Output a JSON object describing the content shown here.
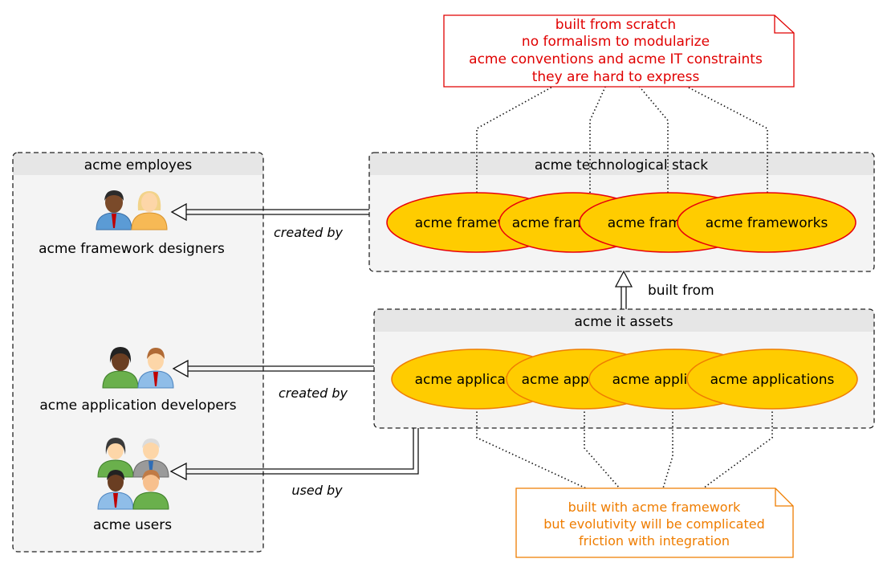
{
  "groups": {
    "employes": {
      "title": "acme employes"
    },
    "stack": {
      "title": "acme technological stack"
    },
    "assets": {
      "title": "acme it assets"
    }
  },
  "actors": {
    "designers": "acme framework designers",
    "developers": "acme application developers",
    "users": "acme users"
  },
  "frameworks": [
    "acme frameworks",
    "acme frameworks",
    "acme frameworks",
    "acme frameworks"
  ],
  "applications": [
    "acme applications",
    "acme applications",
    "acme applications",
    "acme applications"
  ],
  "edges": {
    "created_by_1": "created by",
    "created_by_2": "created by",
    "used_by": "used by",
    "built_from": "built from"
  },
  "notes": {
    "top": [
      "built from scratch",
      "no formalism to modularize",
      "acme conventions and acme IT constraints",
      "they are hard to express"
    ],
    "bottom": [
      "built with acme framework",
      "but evolutivity will be complicated",
      "friction with integration"
    ]
  },
  "colors": {
    "note_top": "#e00000",
    "note_bottom": "#ef7d00",
    "ellipse_fill": "#ffcc00",
    "ellipse_stroke_top": "#e8000a",
    "ellipse_stroke_bottom": "#ef7d00",
    "group_fill": "#f4f4f4",
    "group_header": "#e6e6e6"
  }
}
